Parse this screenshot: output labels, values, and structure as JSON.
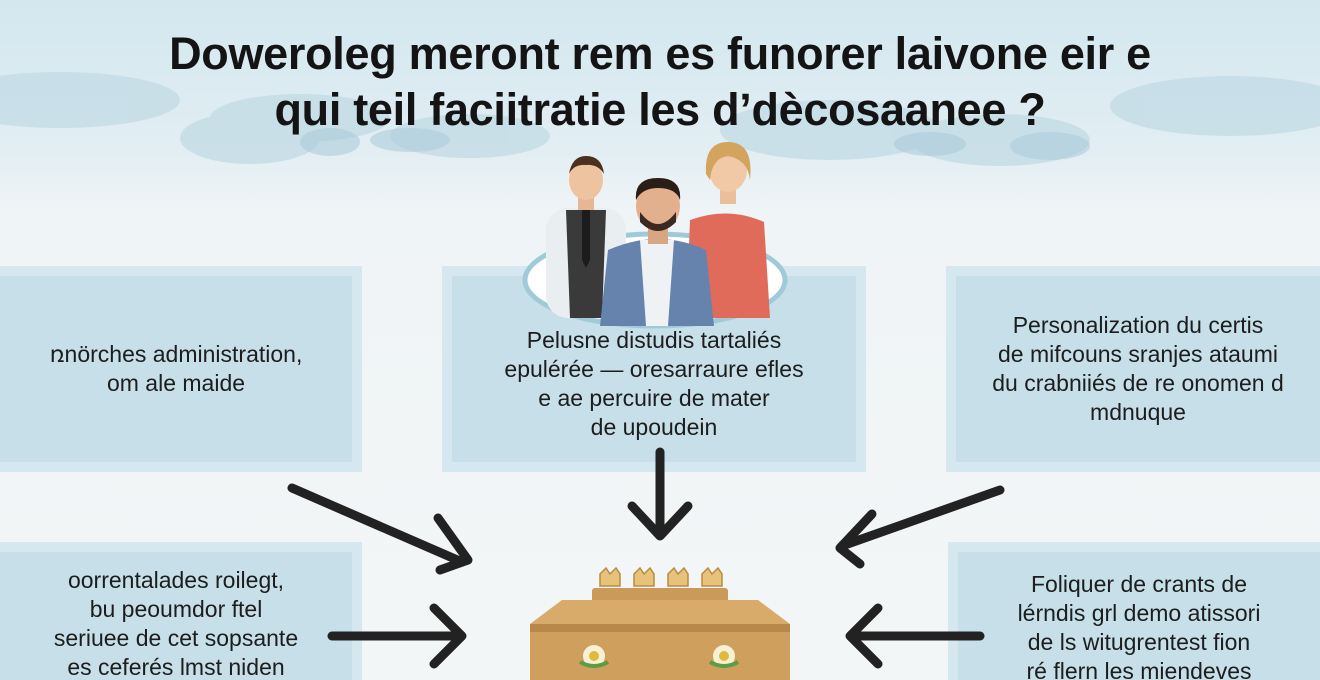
{
  "title": {
    "line1": "Doweroleg meront rem es funorer laivone eir e",
    "line2": "qui teil faciitratie les d’dècosaanee ?"
  },
  "boxes": {
    "left_top": "ռnörches administration,\nom ale maide",
    "center": "Pelusne distudis tartaliés\nepulérée — oresarraure efles\ne ae percuire de mater\nde upoudein",
    "right_top": "Personalization du certis\nde mifcouns sranjes ataumi\ndu crabniiés de re onomen d\nmdnuque",
    "left_bottom": "oorrentalades roilegt,\nbu peoumdor ftel\nseriuee de cet sopsante\nes ceferés lmst niden",
    "right_bottom": "Foliquer de crants de\nlérndis grl demo atissori\nde ls witugrentest fion\nré flern les miendeves"
  },
  "colors": {
    "box_fill": "#c6dfe8",
    "arrow": "#222222",
    "coffin": "#d4a868",
    "background_top": "#d3e7ef"
  },
  "icons": [
    "family-group-icon",
    "coffin-icon",
    "arrow-icon"
  ]
}
